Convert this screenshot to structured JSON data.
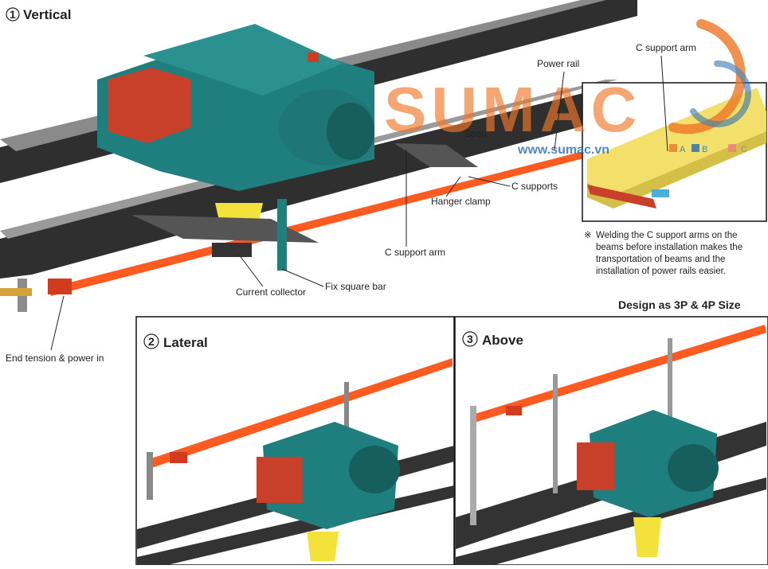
{
  "sections": {
    "vertical": {
      "number": "1",
      "title": "Vertical"
    },
    "lateral": {
      "number": "2",
      "title": "Lateral"
    },
    "above": {
      "number": "3",
      "title": "Above"
    }
  },
  "labels": {
    "power_rail": "Power rail",
    "c_support_arm_inset": "C support arm",
    "span": "Span",
    "c_supports": "C supports",
    "hanger_clamp": "Hanger clamp",
    "c_support_arm": "C support arm",
    "current_collector": "Current collector",
    "fix_square_bar": "Fix square bar",
    "end_tension": "End tension & power in"
  },
  "note": {
    "symbol": "※",
    "lines": [
      "Welding the C support arms on the",
      "beams before installation makes the",
      "transportation of beams and the",
      "installation of power rails easier."
    ]
  },
  "design_size": "Design as 3P & 4P Size",
  "watermark": {
    "brand": "SUMAC",
    "url": "www.sumac.vn",
    "tags": [
      "A",
      "B",
      "C"
    ]
  },
  "colors": {
    "hoist": "#1f7f7f",
    "hoist_dark": "#146060",
    "motor_box": "#c8402a",
    "rail": "#ff5a1f",
    "beam": "#3a3a3a",
    "hook": "#f2e23a",
    "beam_inset": "#f3e06a",
    "watermark_orange": "#f0782a",
    "watermark_blue": "#2c6fb0"
  }
}
